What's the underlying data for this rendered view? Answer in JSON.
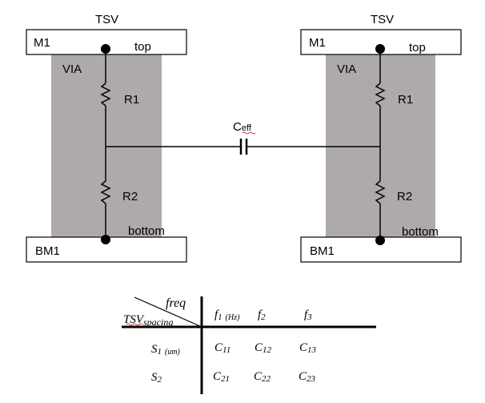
{
  "left_tsv": {
    "title": "TSV",
    "top_metal": "M1",
    "top_label": "top",
    "via_label": "VIA",
    "r1": "R1",
    "r2": "R2",
    "bottom_label": "bottom",
    "bottom_metal": "BM1"
  },
  "right_tsv": {
    "title": "TSV",
    "top_metal": "M1",
    "top_label": "top",
    "via_label": "VIA",
    "r1": "R1",
    "r2": "R2",
    "bottom_label": "bottom",
    "bottom_metal": "BM1"
  },
  "capacitor": {
    "label_main": "C",
    "label_sub": "eff"
  },
  "table": {
    "col_header": "freq",
    "row_header_main": "TSV",
    "row_header_sub": "spacing",
    "columns": [
      {
        "main": "f",
        "sub": "1",
        "unit": "(Hz)"
      },
      {
        "main": "f",
        "sub": "2",
        "unit": ""
      },
      {
        "main": "f",
        "sub": "3",
        "unit": ""
      }
    ],
    "rows": [
      {
        "main": "S",
        "sub": "1",
        "unit": "(um)",
        "cells": [
          {
            "main": "C",
            "sub": "11"
          },
          {
            "main": "C",
            "sub": "12"
          },
          {
            "main": "C",
            "sub": "13"
          }
        ]
      },
      {
        "main": "S",
        "sub": "2",
        "unit": "",
        "cells": [
          {
            "main": "C",
            "sub": "21"
          },
          {
            "main": "C",
            "sub": "22"
          },
          {
            "main": "C",
            "sub": "23"
          }
        ]
      }
    ]
  },
  "colors": {
    "via_fill": "#aeaaaa",
    "line": "#000000",
    "box_fill": "#ffffff"
  }
}
